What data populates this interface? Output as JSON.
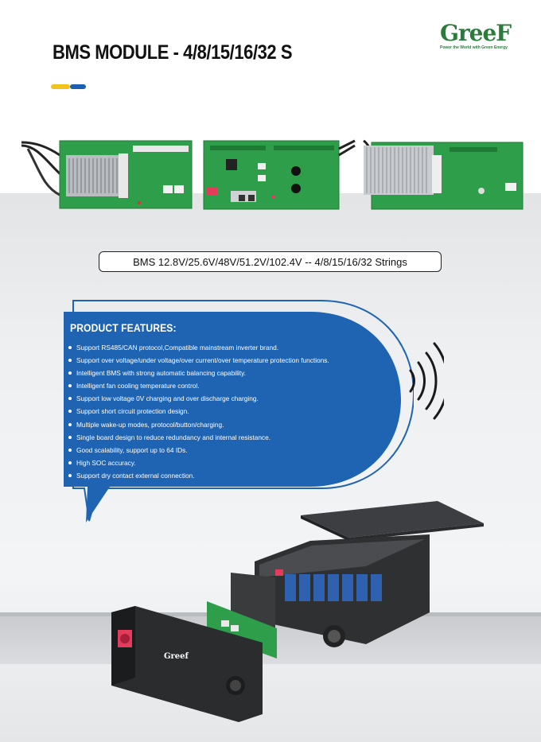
{
  "header": {
    "title": "BMS MODULE - 4/8/15/16/32 S",
    "logo_text": "GreeF",
    "logo_tagline": "Power the World with Green Energy"
  },
  "spec_label": "BMS 12.8V/25.6V/48V/51.2V/102.4V -- 4/8/15/16/32 Strings",
  "features": {
    "title": "PRODUCT FEATURES:",
    "items": [
      "Support RS485/CAN protocol,Compatible mainstream inverter brand.",
      "Support over voltage/under voltage/over current/over temperature protection functions.",
      "Intelligent BMS with strong automatic balancing capability.",
      "Intelligent fan cooling temperature control.",
      "Support low voltage 0V charging and over discharge charging.",
      "Support short circuit protection design.",
      "Multiple wake-up modes, protocol/button/charging.",
      "Single board design to reduce redundancy and internal resistance.",
      "Good scalability, support up to 64 IDs.",
      "High SOC accuracy.",
      "Support dry contact external connection."
    ]
  },
  "product_label": "Greef",
  "icons": [
    "bms-board-image",
    "exploded-battery-image",
    "wireless-signal-icon"
  ],
  "colors": {
    "accent_yellow": "#f0c21b",
    "accent_blue": "#1d5fb0",
    "feature_panel_blue": "#1f64b3",
    "pcb_green": "#2e9e4a",
    "logo_green": "#2a7b3c"
  }
}
